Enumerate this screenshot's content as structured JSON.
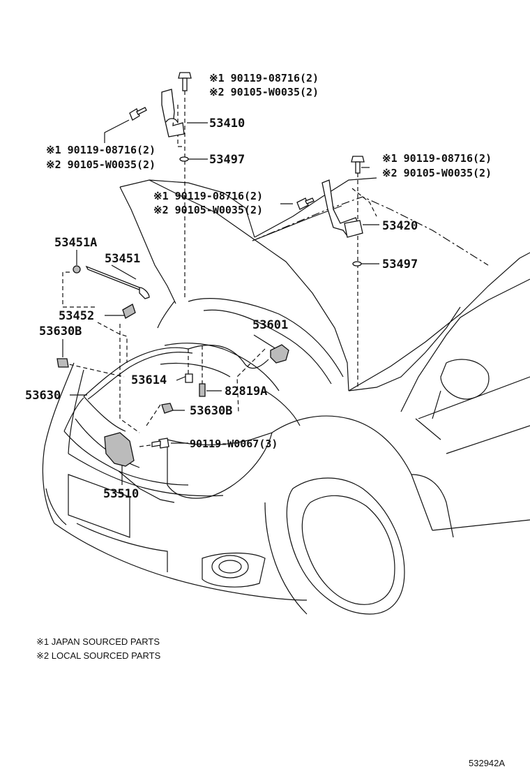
{
  "diagram_id": "532942A",
  "callouts": {
    "hinge_bolt_left_a": "※1 90119-08716(2)",
    "hinge_bolt_left_b": "※2 90105-W0035(2)",
    "hinge_side_bolt_a": "※1 90119-08716(2)",
    "hinge_side_bolt_b": "※2 90105-W0035(2)",
    "hinge_mid_bolt_a": "※1 90119-08716(2)",
    "hinge_mid_bolt_b": "※2 90105-W0035(2)",
    "hinge_right_bolt_a": "※1 90119-08716(2)",
    "hinge_right_bolt_b": "※2 90105-W0035(2)",
    "hinge_left": "53410",
    "cushion_left": "53497",
    "hinge_right": "53420",
    "cushion_right": "53497",
    "clamp": "53451A",
    "support_rod": "53451",
    "rod_holder": "53452",
    "cable_clamp_left": "53630B",
    "release_cable": "53630",
    "hood_lock_guide": "53601",
    "hood_bumper": "53614",
    "clip": "82819A",
    "cable_clamp_center": "53630B",
    "lock_bolt": "90119-W0067(3)",
    "hood_lock": "53510"
  },
  "notes": {
    "note1": "※1 JAPAN SOURCED PARTS",
    "note2": "※2 LOCAL SOURCED PARTS"
  }
}
